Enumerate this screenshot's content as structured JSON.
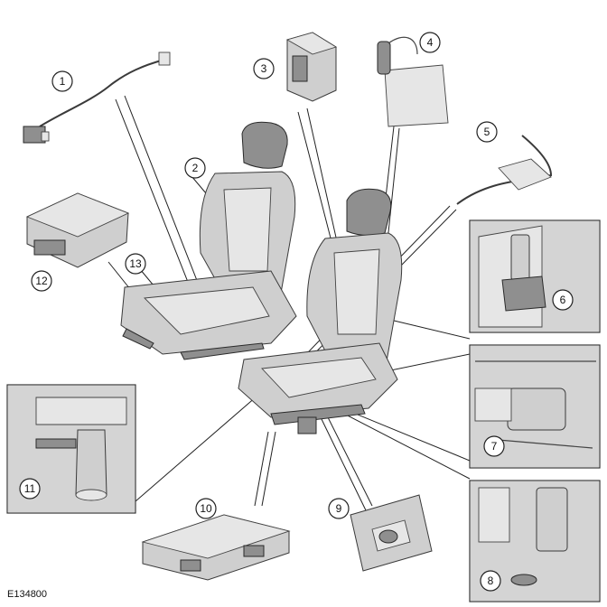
{
  "figure": {
    "reference_code": "E134800",
    "callouts": [
      {
        "id": "callout-1",
        "label": "1"
      },
      {
        "id": "callout-2",
        "label": "2"
      },
      {
        "id": "callout-3",
        "label": "3"
      },
      {
        "id": "callout-4",
        "label": "4"
      },
      {
        "id": "callout-5",
        "label": "5"
      },
      {
        "id": "callout-6",
        "label": "6"
      },
      {
        "id": "callout-7",
        "label": "7"
      },
      {
        "id": "callout-8",
        "label": "8"
      },
      {
        "id": "callout-9",
        "label": "9"
      },
      {
        "id": "callout-10",
        "label": "10"
      },
      {
        "id": "callout-11",
        "label": "11"
      },
      {
        "id": "callout-12",
        "label": "12"
      },
      {
        "id": "callout-13",
        "label": "13"
      }
    ]
  }
}
